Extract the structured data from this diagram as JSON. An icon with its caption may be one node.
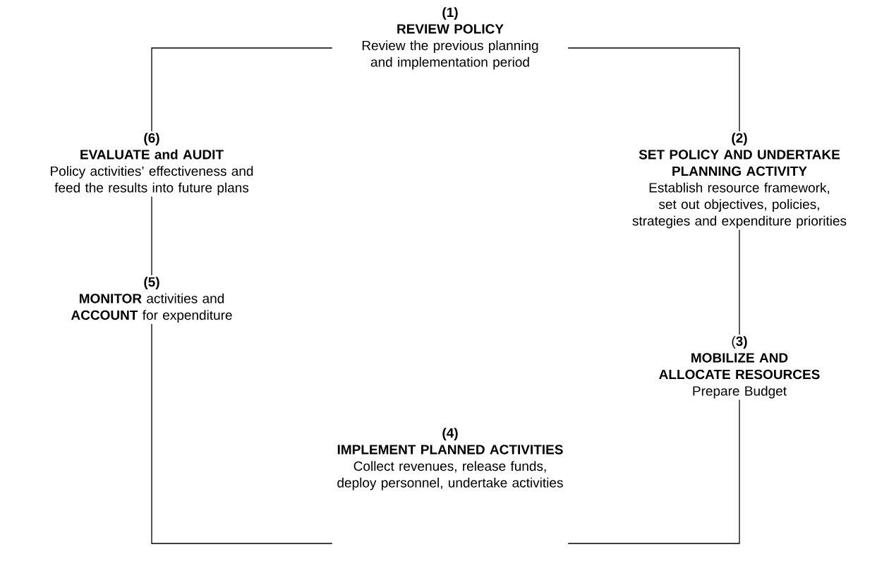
{
  "diagram": {
    "nodes": [
      {
        "text": [
          "(1)",
          "REVIEW POLICY",
          "Review the previous planning and implementation period"
        ]
      },
      {
        "text": [
          "(2)",
          "SET POLICY AND UNDERTAKE PLANNING ACTIVITY",
          "Establish resource framework, set out objectives, policies, strategies and expenditure priorities"
        ]
      },
      {
        "text": [
          "(**3)**",
          "MOBILIZE AND ALLOCATE RESOURCES",
          "Prepare Budget"
        ]
      },
      {
        "text": [
          "(4)",
          "IMPLEMENT PLANNED ACTIVITIES",
          "Collect revenues, release funds, deploy personnel, undertake activities"
        ]
      },
      {
        "text": [
          "(5)",
          "**MONITOR** activities and **ACCOUNT** for expenditure"
        ]
      },
      {
        "text": [
          "(6)",
          "EVALUATE and AUDIT",
          "Policy activities’ effectiveness and feed the results into future plans"
        ]
      }
    ],
    "edges": [
      {
        "from": 0,
        "to": 1,
        "arrow": "none"
      },
      {
        "from": 1,
        "to": 2,
        "arrow": "none"
      },
      {
        "from": 2,
        "to": 3,
        "arrow": "none"
      },
      {
        "from": 3,
        "to": 4,
        "arrow": "none"
      },
      {
        "from": 4,
        "to": 5,
        "arrow": "none"
      },
      {
        "from": 5,
        "to": 0,
        "arrow": "none"
      }
    ]
  }
}
